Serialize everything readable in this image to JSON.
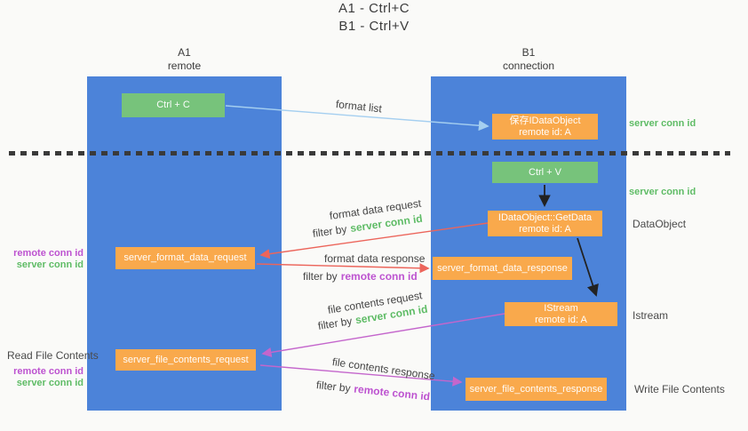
{
  "title": {
    "line1": "A1 - Ctrl+C",
    "line2": "B1 - Ctrl+V"
  },
  "columns": {
    "a1": {
      "name": "A1",
      "subtitle": "remote"
    },
    "b1": {
      "name": "B1",
      "subtitle": "connection"
    }
  },
  "nodes": {
    "ctrl_c": "Ctrl + C",
    "save_idataobject": {
      "line1": "保存IDataObject",
      "line2": "remote id: A"
    },
    "ctrl_v": "Ctrl + V",
    "getdata": {
      "line1": "IDataObject::GetData",
      "line2": "remote id: A"
    },
    "format_request": "server_format_data_request",
    "format_response": "server_format_data_response",
    "istream": {
      "line1": "IStream",
      "line2": "remote id: A"
    },
    "file_request": "server_file_contents_request",
    "file_response": "server_file_contents_response"
  },
  "labels": {
    "format_list": "format list",
    "format_data_request": "format data request",
    "format_data_response": "format data response",
    "file_contents_request": "file contents request",
    "file_contents_response": "file contents response",
    "filter_by": "filter by",
    "server_conn_id": "server conn id",
    "remote_conn_id": "remote conn id",
    "dataobject": "DataObject",
    "istream": "Istream",
    "read_file_contents": "Read File Contents",
    "write_file_contents": "Write File Contents"
  },
  "colors": {
    "background": "#fafaf8",
    "column_blue": "#4c83d9",
    "box_green": "#77c37b",
    "box_orange": "#f9a94c",
    "accent_green": "#5fbc66",
    "accent_magenta": "#bd53d0",
    "arrow_red": "#ec655b",
    "arrow_magenta": "#c466cc",
    "arrow_blue": "#a5cff0",
    "arrow_black": "#222222"
  }
}
